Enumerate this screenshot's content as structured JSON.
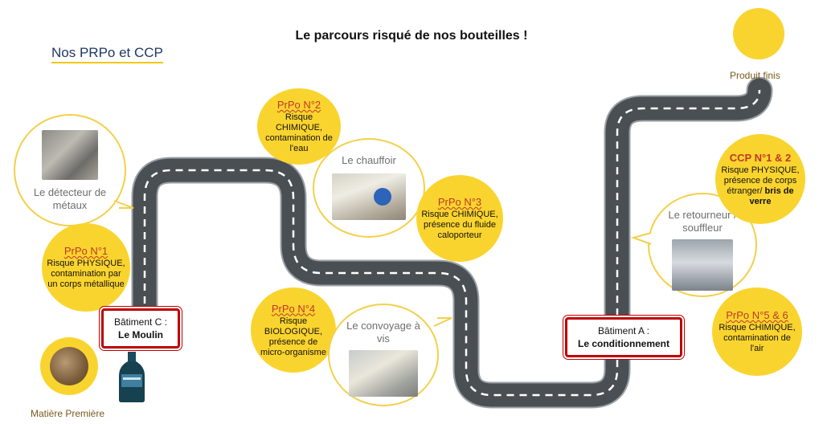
{
  "title": "Le parcours risqué de nos bouteilles !",
  "subtitle": "Nos PRPo et CCP",
  "colors": {
    "circle_yellow": "#fad42e",
    "road": "#4a4f54",
    "road_edge": "#9aa0a6",
    "sign_red": "#c00000",
    "heading_red": "#c0382b",
    "outline": "#f2d04a"
  },
  "end_point": {
    "label": "Produit finis"
  },
  "start_point": {
    "label": "Matière Première"
  },
  "stations": {
    "detecteur": {
      "label": "Le détecteur de métaux"
    },
    "chauffoir": {
      "label": "Le chauffoir"
    },
    "convoyage": {
      "label": "Le convoyage à vis"
    },
    "retourneur": {
      "label": "Le retourneur / souffleur"
    }
  },
  "risks": {
    "prpo1": {
      "heading": "PrPo N°1",
      "text": "Risque PHYSIQUE, contamination par un corps métallique"
    },
    "prpo2": {
      "heading": "PrPo N°2",
      "text": "Risque CHIMIQUE, contamination de l'eau"
    },
    "prpo3": {
      "heading": "PrPo N°3",
      "text": "Risque CHIMIQUE, présence du fluide caloporteur"
    },
    "prpo4": {
      "heading": "PrPo N°4",
      "text": "Risque BIOLOGIQUE, présence de micro-organisme"
    },
    "ccp12": {
      "heading": "CCP N°1 & 2",
      "text_normal": "Risque PHYSIQUE, présence de corps étranger/",
      "text_bold": " bris de verre"
    },
    "prpo56": {
      "heading": "PrPo N°5 & 6",
      "text": "Risque CHIMIQUE, contamination de l'air"
    }
  },
  "signs": {
    "batC": {
      "line1": "Bâtiment C :",
      "line2": "Le Moulin"
    },
    "batA": {
      "line1": "Bâtiment A :",
      "line2": "Le conditionnement"
    }
  }
}
